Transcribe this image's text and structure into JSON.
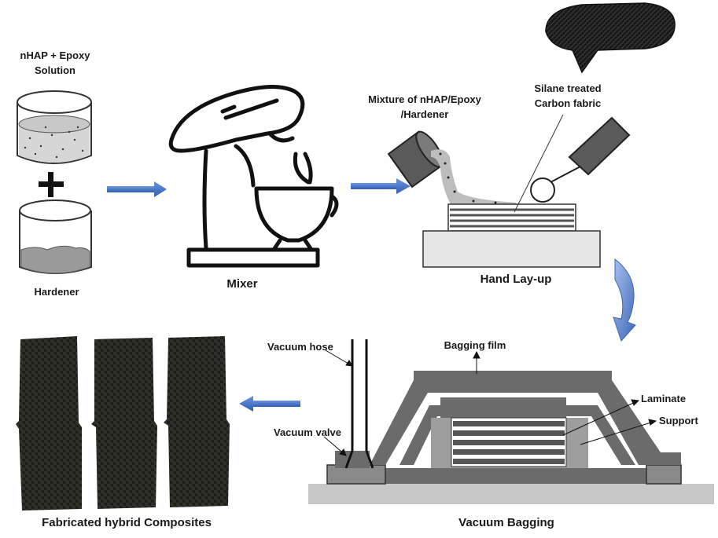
{
  "labels": {
    "nhap_epoxy_line1": "nHAP + Epoxy",
    "nhap_epoxy_line2": "Solution",
    "hardener": "Hardener",
    "mixer": "Mixer",
    "mixture_line1": "Mixture of nHAP/Epoxy",
    "mixture_line2": "/Hardener",
    "silane_line1": "Silane treated",
    "silane_line2": "Carbon fabric",
    "hand_layup": "Hand Lay-up",
    "vacuum_hose": "Vacuum hose",
    "vacuum_valve": "Vacuum valve",
    "bagging_film": "Bagging film",
    "laminate": "Laminate",
    "support": "Support",
    "vacuum_bagging": "Vacuum Bagging",
    "fabricated": "Fabricated hybrid Composites"
  },
  "colors": {
    "arrow_blue": "#3f6fc4",
    "bag_gray": "#6b6b6b",
    "base_gray": "#c8c8c8",
    "composite_black": "#1f201c"
  }
}
